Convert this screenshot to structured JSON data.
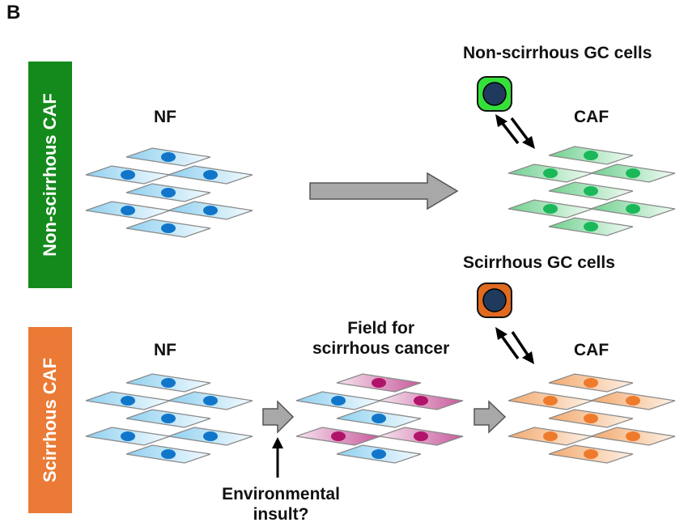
{
  "panel_label": "B",
  "rows": [
    {
      "sidebar_label": "Non-scirrhous CAF",
      "sidebar_color": "#148a1c"
    },
    {
      "sidebar_label": "Scirrhous CAF",
      "sidebar_color": "#ea7a35"
    }
  ],
  "labels": {
    "nf_top": "NF",
    "caf_top": "CAF",
    "gc_top": "Non-scirrhous GC cells",
    "nf_bottom": "NF",
    "field": [
      "Field for",
      "scirrhous cancer"
    ],
    "caf_bottom": "CAF",
    "gc_bottom": "Scirrhous GC cells",
    "insult": [
      "Environmental",
      "insult?"
    ]
  },
  "colors": {
    "normal_fibroblast": "#8fd0f0",
    "normal_nucleus": "#1176c9",
    "non_scirrhous_caf": "#6fd08f",
    "non_scirrhous_nucleus": "#1bb85a",
    "field_fibroblast": "#c85a9c",
    "field_nucleus": "#b0146a",
    "scirrhous_caf": "#f3a96e",
    "scirrhous_nucleus": "#ee7b2c",
    "non_scirrhous_gc_ring": "#35e03a",
    "scirrhous_gc_ring": "#e06a1f",
    "gc_nucleus": "#1f3a5c",
    "arrow_fill": "#a8a8a8"
  }
}
